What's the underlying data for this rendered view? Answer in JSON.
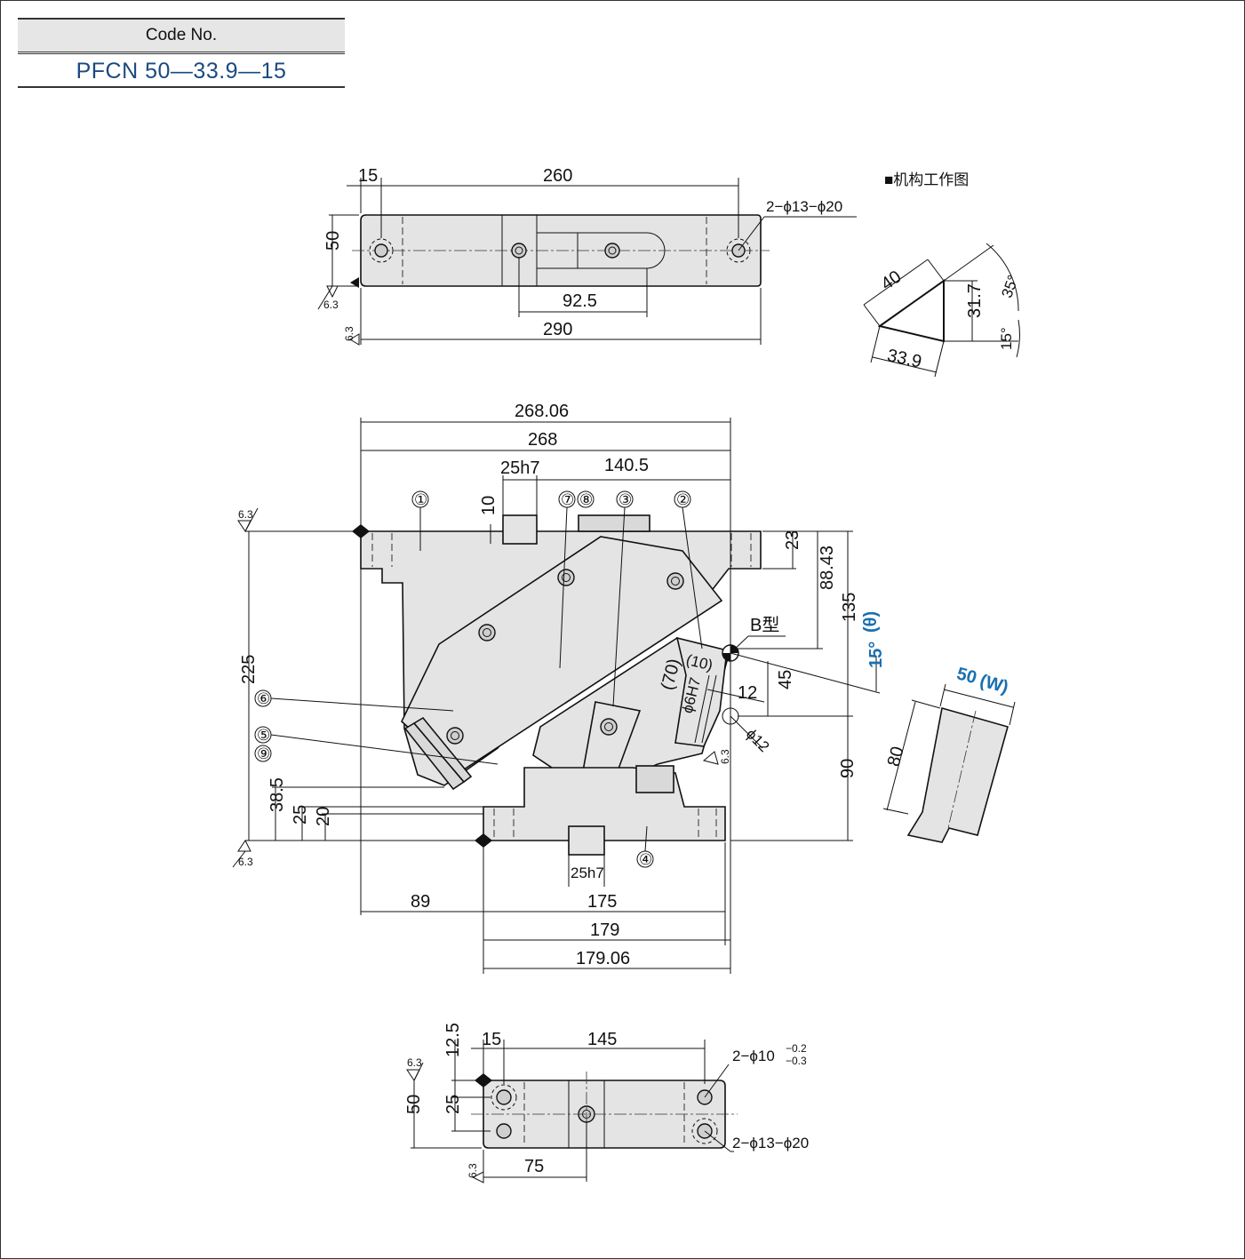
{
  "code_box": {
    "header": "Code No.",
    "value": "PFCN 50—33.9—15"
  },
  "mechanism_title": "■机构工作图",
  "top_view": {
    "dims": {
      "d15": "15",
      "d260": "260",
      "d50": "50",
      "d92_5": "92.5",
      "d290": "290"
    },
    "hole_note": "2−ϕ13−ϕ20",
    "roughness": "6.3"
  },
  "mechanism_sketch": {
    "d40": "40",
    "d31_7": "31.7",
    "d33_9": "33.9",
    "a35": "35°",
    "a15": "15°"
  },
  "front_view": {
    "dims": {
      "d268_06": "268.06",
      "d268": "268",
      "d25h7": "25h7",
      "d140_5": "140.5",
      "d10": "10",
      "d23": "23",
      "d88_43": "88.43",
      "d135": "135",
      "d225": "225",
      "d12": "12",
      "d45": "45",
      "d70": "(70)",
      "d10p": "(10)",
      "d6h7": "ϕ6H7",
      "d12b": "ϕ12",
      "d90": "90",
      "d38_5": "38.5",
      "d25": "25",
      "d20": "20",
      "d25h7b": "25h7",
      "d89": "89",
      "d175": "175",
      "d179": "179",
      "d179_06": "179.06"
    },
    "angle": "15°",
    "angle_symbol": "(θ)",
    "b_type": "B型",
    "roughness": "6.3",
    "balloons": [
      "①",
      "⑦",
      "⑧",
      "③",
      "②",
      "⑥",
      "⑤",
      "⑨",
      "④"
    ]
  },
  "cam_view": {
    "width": "50",
    "width_symbol": "(W)",
    "d80": "80"
  },
  "bottom_view": {
    "dims": {
      "d15": "15",
      "d145": "145",
      "d12_5": "12.5",
      "d50": "50",
      "d25": "25",
      "d75": "75"
    },
    "hole_note_1": "2−ϕ10",
    "tol_upper": "−0.2",
    "tol_lower": "−0.3",
    "hole_note_2": "2−ϕ13−ϕ20",
    "roughness": "6.3"
  },
  "colors": {
    "accent": "#1a6fb0",
    "code_text": "#1a4a80",
    "part_fill": "#e4e4e4"
  }
}
